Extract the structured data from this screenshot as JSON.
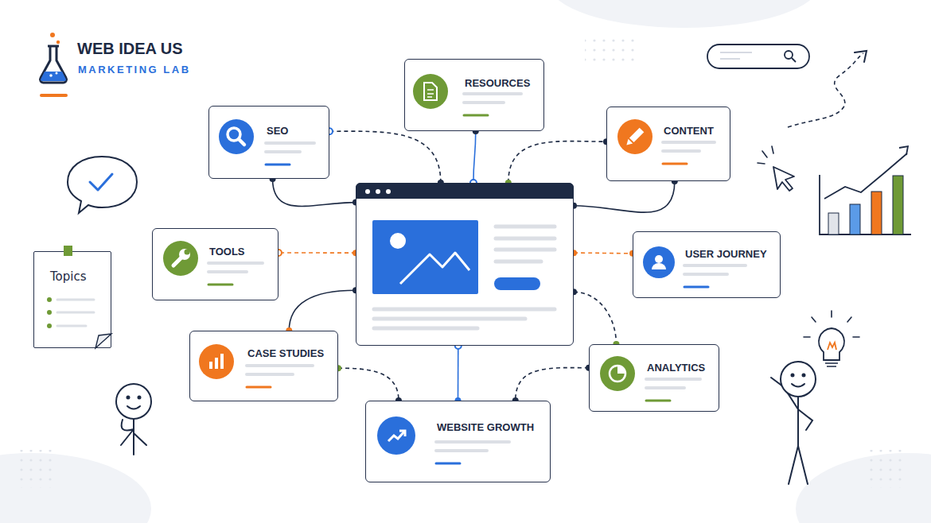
{
  "diagram": {
    "nodes": [
      {
        "text": [
          "RESOURCES"
        ]
      },
      {
        "text": [
          "SEO"
        ]
      },
      {
        "text": [
          "CONTENT"
        ]
      },
      {
        "text": []
      },
      {
        "text": [
          "Topics"
        ]
      },
      {
        "text": [
          "TOOLS"
        ]
      },
      {
        "text": [
          "USER JOURNEY"
        ]
      },
      {
        "text": [
          "CASE STUDIES"
        ]
      },
      {
        "text": [
          "ANALYTICS"
        ]
      },
      {
        "text": [
          "WEBSITE GROWTH"
        ]
      }
    ],
    "edges": [
      {
        "from": 3,
        "to": 0,
        "arrow": "none"
      },
      {
        "from": 3,
        "to": 1,
        "arrow": "none"
      },
      {
        "from": 3,
        "to": 1,
        "arrow": "none"
      },
      {
        "from": 3,
        "to": 2,
        "arrow": "none"
      },
      {
        "from": 3,
        "to": 2,
        "arrow": "none"
      },
      {
        "from": 3,
        "to": 5,
        "arrow": "none"
      },
      {
        "from": 3,
        "to": 6,
        "arrow": "none"
      },
      {
        "from": 3,
        "to": 7,
        "arrow": "none"
      },
      {
        "from": 3,
        "to": 8,
        "arrow": "none"
      },
      {
        "from": 3,
        "to": 9,
        "arrow": "none"
      },
      {
        "from": 7,
        "to": 9,
        "arrow": "none"
      },
      {
        "from": 8,
        "to": 9,
        "arrow": "none"
      }
    ],
    "labels": [
      "WEB IDEA US",
      "MARKETING LAB"
    ]
  }
}
